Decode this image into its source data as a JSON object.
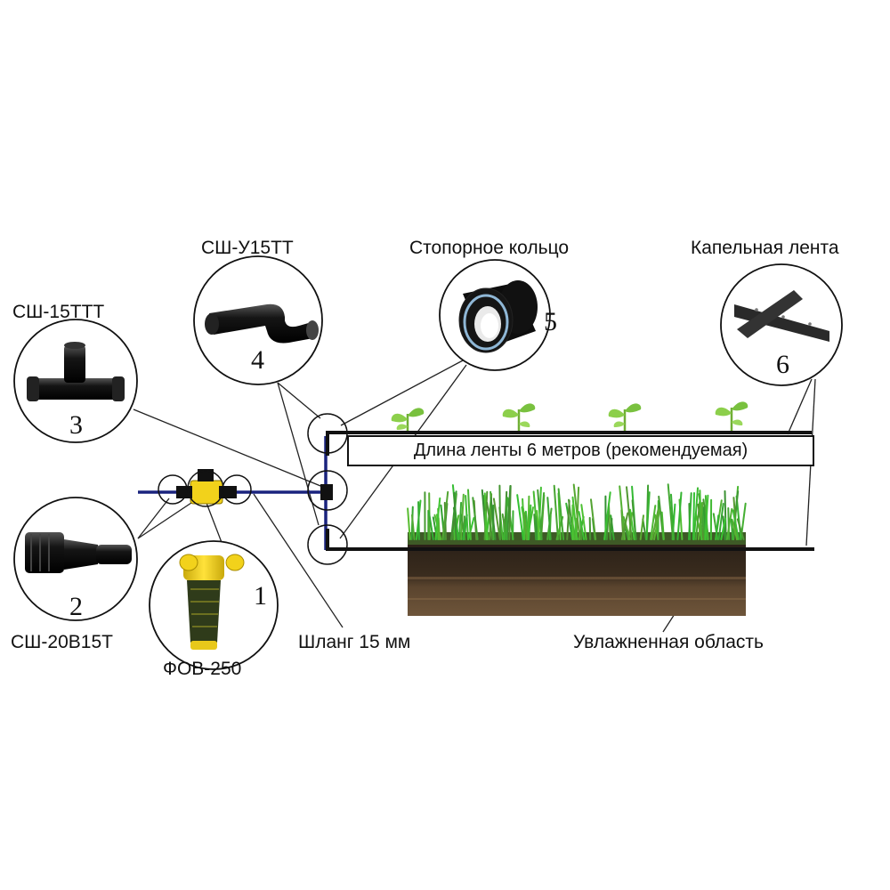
{
  "labels": {
    "tee": "СШ-15ТТТ",
    "elbow": "СШ-У15ТТ",
    "ring": "Стопорное кольцо",
    "tape": "Капельная лента",
    "adapter": "СШ-20В15Т",
    "filter": "ФОВ-250",
    "hose": "Шланг 15 мм",
    "wet_area": "Увлажненная область",
    "length_banner": "Длина ленты 6 метров (рекомендуемая)"
  },
  "numbers": {
    "filter": "1",
    "adapter": "2",
    "tee": "3",
    "elbow": "4",
    "ring": "5",
    "tape": "6"
  },
  "colors": {
    "hose": "#1a237e",
    "tape": "#111111",
    "filter_body": "#f2d21b",
    "soil_top": "#3a2c1e",
    "soil_bottom": "#6a5036",
    "grass": "#4caf3a",
    "seedling": "#7cc242"
  },
  "icons": [
    "tee-fitting-icon",
    "elbow-fitting-icon",
    "stop-ring-icon",
    "drip-tape-icon",
    "adapter-fitting-icon",
    "mesh-filter-icon",
    "seedling-icon",
    "grass-soil-icon"
  ]
}
